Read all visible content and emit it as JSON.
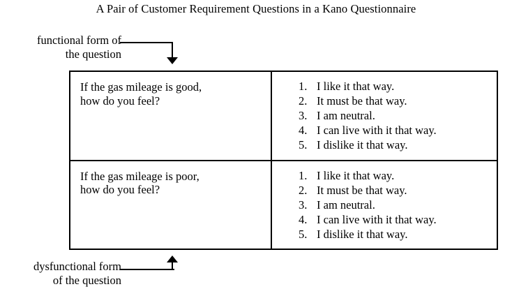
{
  "title": "A Pair of Customer Requirement Questions in a Kano Questionnaire",
  "labels": {
    "functional": {
      "line1": "functional form of",
      "line2": "the question"
    },
    "dysfunctional": {
      "line1": "dysfunctional form",
      "line2": "of the question"
    }
  },
  "table": {
    "rows": [
      {
        "question": "If the gas mileage is good,\nhow do you feel?",
        "answers": [
          {
            "num": "1.",
            "text": "I like it that way."
          },
          {
            "num": "2.",
            "text": "It must be that way."
          },
          {
            "num": "3.",
            "text": "I am neutral."
          },
          {
            "num": "4.",
            "text": "I can live with it that way."
          },
          {
            "num": "5.",
            "text": "I dislike it that way."
          }
        ]
      },
      {
        "question": "If the gas mileage is poor,\nhow do you feel?",
        "answers": [
          {
            "num": "1.",
            "text": "I like it that way."
          },
          {
            "num": "2.",
            "text": "It must be that way."
          },
          {
            "num": "3.",
            "text": "I am neutral."
          },
          {
            "num": "4.",
            "text": "I can live with it that way."
          },
          {
            "num": "5.",
            "text": "I dislike it that way."
          }
        ]
      }
    ]
  },
  "colors": {
    "ink": "#000000",
    "background": "#ffffff"
  }
}
